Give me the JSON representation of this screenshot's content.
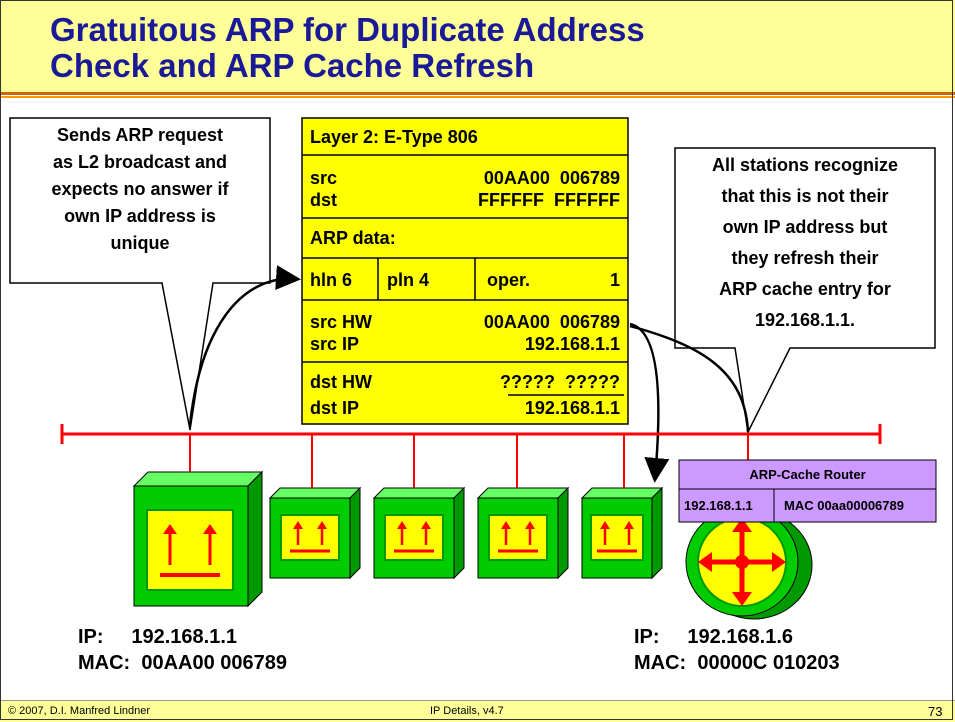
{
  "title": {
    "line1": "Gratuitous ARP for Duplicate Address",
    "line2": "Check and ARP Cache Refresh"
  },
  "left_callout": {
    "lines": [
      "Sends ARP request",
      "as L2 broadcast and",
      "expects no answer if",
      "own IP address is",
      "unique"
    ]
  },
  "right_callout": {
    "lines": [
      "All stations recognize",
      "that this is not their",
      "own IP address but",
      "they refresh their",
      "ARP cache entry for",
      "192.168.1.1."
    ]
  },
  "packet": {
    "header": "Layer 2: E-Type 806",
    "src_label": "src",
    "src_value": "00AA00  006789",
    "dst_label": "dst",
    "dst_value": "FFFFFF  FFFFFF",
    "arp_data": "ARP data:",
    "hln": "hln 6",
    "pln": "pln 4",
    "oper_label": "oper.",
    "oper_value": "1",
    "src_hw_label": "src HW",
    "src_hw_value": "00AA00  006789",
    "src_ip_label": "src IP",
    "src_ip_value": "192.168.1.1",
    "dst_hw_label": "dst HW",
    "dst_hw_value": "?????  ?????",
    "dst_ip_label": "dst IP",
    "dst_ip_value": "192.168.1.1"
  },
  "arp_cache": {
    "title": "ARP-Cache Router",
    "ip": "192.168.1.1",
    "mac": "MAC 00aa00006789"
  },
  "host_left": {
    "ip_line": "IP:     192.168.1.1",
    "mac_line": "MAC:  00AA00 006789"
  },
  "host_right": {
    "ip_line": "IP:     192.168.1.6",
    "mac_line": "MAC:  00000C 010203"
  },
  "footer": {
    "copyright": "© 2007, D.I. Manfred Lindner",
    "center": "IP Details, v4.7",
    "page": "73"
  },
  "colors": {
    "title_bg": "#ffff99",
    "title_text": "#1a1a99",
    "bus": "#ff0000",
    "packet_bg": "#ffff00",
    "cube_green": "#00cc00",
    "cache_bg": "#cc99ff"
  }
}
